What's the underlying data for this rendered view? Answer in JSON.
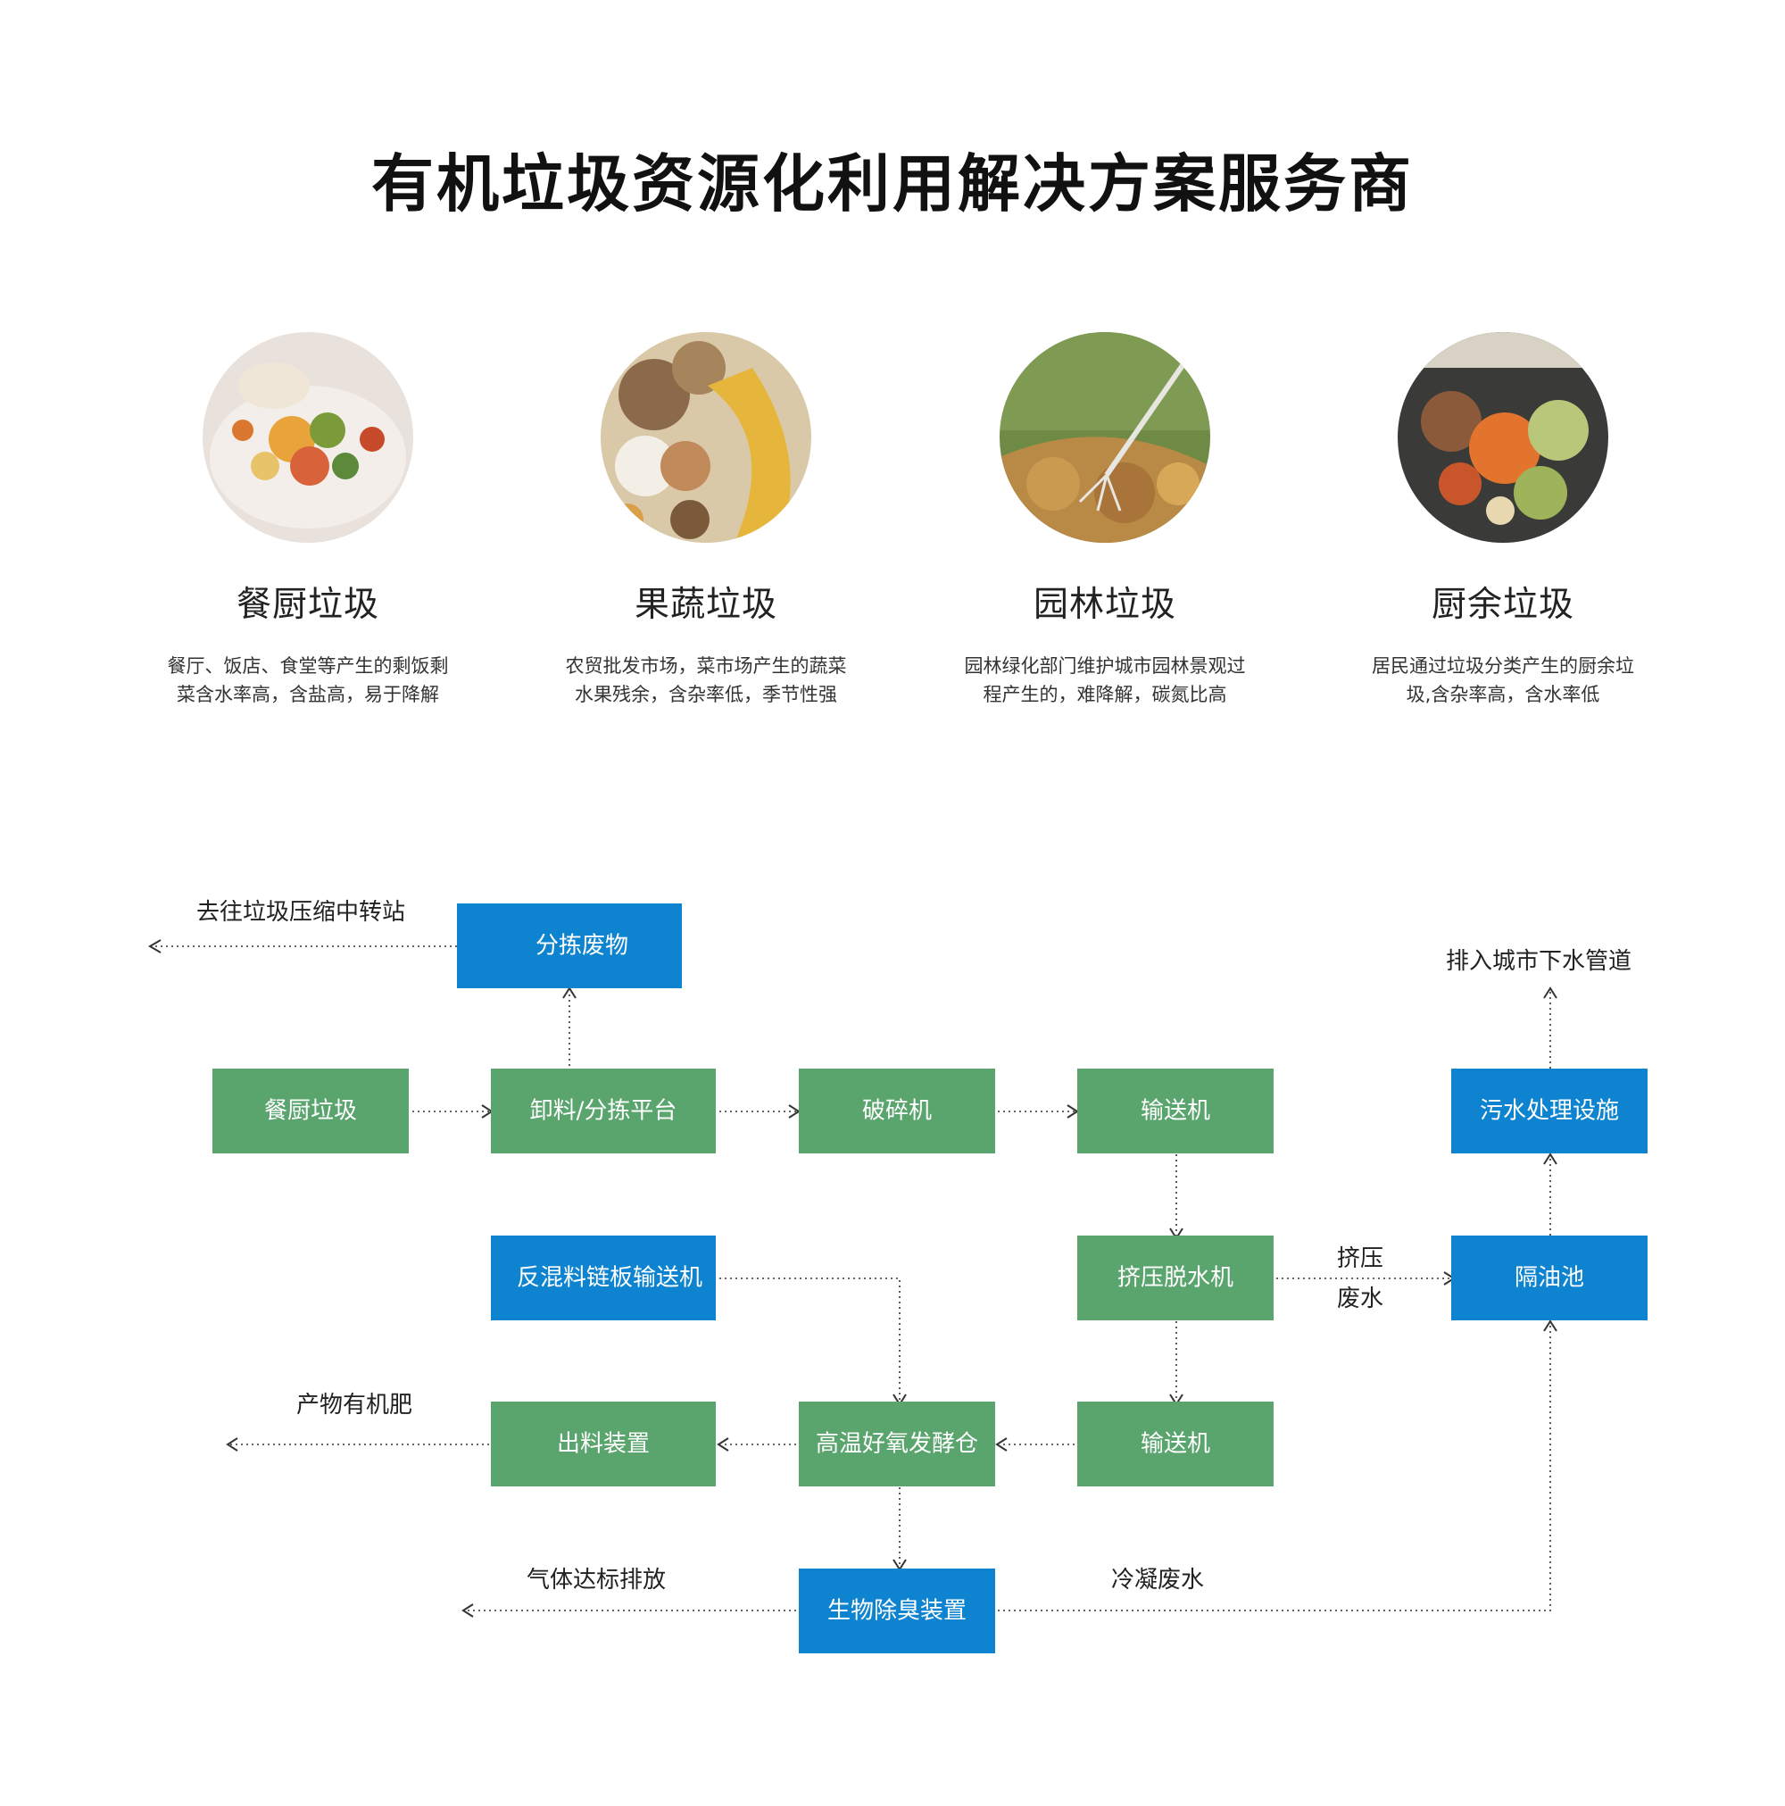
{
  "title": "有机垃圾资源化利用解决方案服务商",
  "waste_types": [
    {
      "name": "餐厨垃圾",
      "desc_line1": "餐厅、饭店、食堂等产生的剩饭剩",
      "desc_line2": "菜含水率高，含盐高，易于降解"
    },
    {
      "name": "果蔬垃圾",
      "desc_line1": "农贸批发市场，菜市场产生的蔬菜",
      "desc_line2": "水果残余，含杂率低，季节性强"
    },
    {
      "name": "园林垃圾",
      "desc_line1": "园林绿化部门维护城市园林景观过",
      "desc_line2": "程产生的，难降解，碳氮比高"
    },
    {
      "name": "厨余垃圾",
      "desc_line1": "居民通过垃圾分类产生的厨余垃",
      "desc_line2": "圾,含杂率高，含水率低"
    }
  ],
  "flow": {
    "nodes": {
      "sorted_waste": "分拣废物",
      "kitchen_waste": "餐厨垃圾",
      "unload_platform": "卸料/分拣平台",
      "crusher": "破碎机",
      "conveyor_1": "输送机",
      "sewage_facility": "污水处理设施",
      "mixer_conveyor": "反混料链板输送机",
      "dewater": "挤压脱水机",
      "oil_separator": "隔油池",
      "discharge": "出料装置",
      "fermenter": "高温好氧发酵仓",
      "conveyor_2": "输送机",
      "deodorizer": "生物除臭装置"
    },
    "annotations": {
      "to_transfer_station": "去往垃圾压缩中转站",
      "to_sewer": "排入城市下水管道",
      "squeeze": "挤压",
      "waste_water": "废水",
      "product_fertilizer": "产物有机肥",
      "gas_emission": "气体达标排放",
      "condensate": "冷凝废水"
    }
  },
  "colors": {
    "process_green": "#5aa46e",
    "equipment_blue": "#0e84d0"
  }
}
